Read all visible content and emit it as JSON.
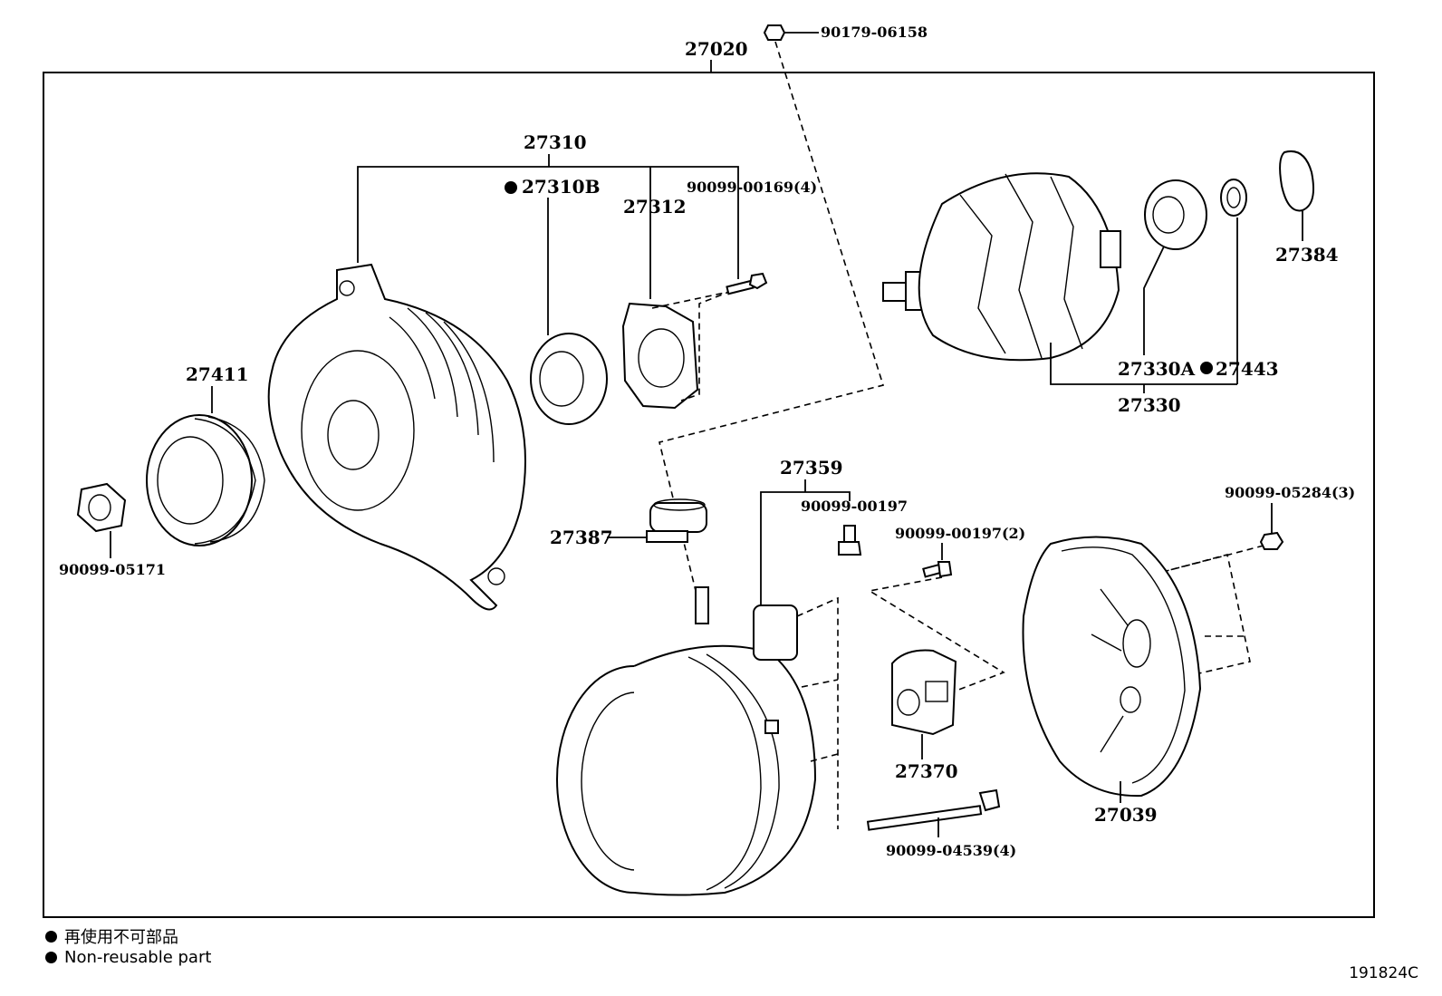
{
  "labels": {
    "assembly": "27020",
    "bolt_top": "90179-06158",
    "frame_drive": "27310",
    "bearing_drive": "27310B",
    "retainer": "27312",
    "screw_retainer": "90099-00169(4)",
    "pulley": "27411",
    "nut_pulley": "90099-05171",
    "rotor": "27330",
    "bearing_rotor": "27330A",
    "ring_rotor": "27443",
    "cover_plate": "27384",
    "terminal_insulator": "27387",
    "rectifier": "27359",
    "screw_rectifier": "90099-00197",
    "screw_brush": "90099-00197(2)",
    "brush_holder": "27370",
    "through_bolt": "90099-04539(4)",
    "nut_cover": "90099-05284(3)",
    "rear_cover": "27039"
  },
  "legend": {
    "jp": "再使用不可部品",
    "en": "Non-reusable part"
  },
  "figure_code": "191824C"
}
